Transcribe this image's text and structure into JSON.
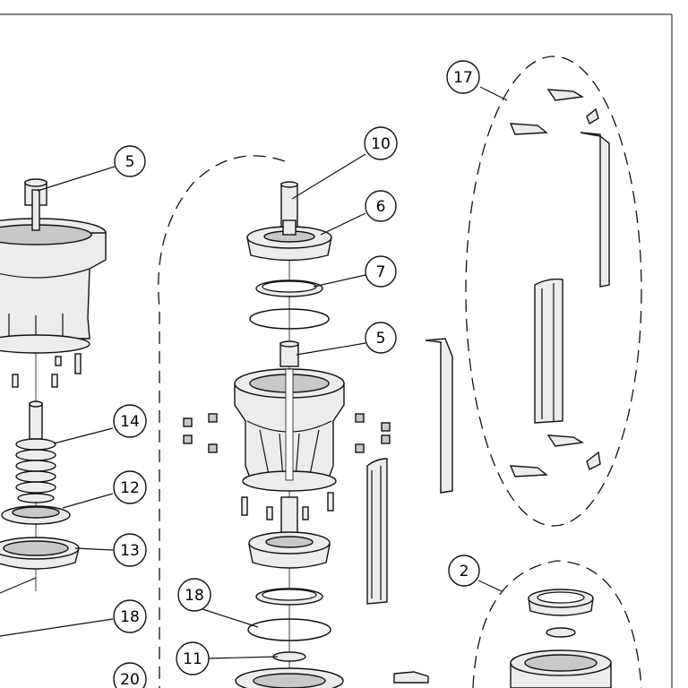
{
  "callouts": {
    "c5_left": "5",
    "c14": "14",
    "c12": "12",
    "c13": "13",
    "c18_left": "18",
    "c20": "20",
    "c10": "10",
    "c6": "6",
    "c7": "7",
    "c5_center": "5",
    "c18_center": "18",
    "c11": "11",
    "c17": "17",
    "c2": "2"
  }
}
